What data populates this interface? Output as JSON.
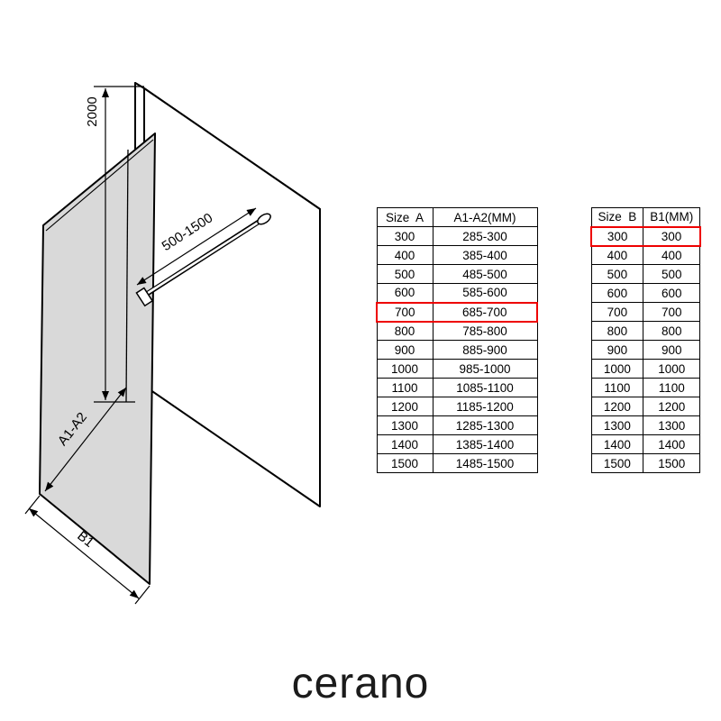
{
  "brand": "cerano",
  "diagram": {
    "labels": {
      "height": "2000",
      "bar_range": "500-1500",
      "width_range": "A1-A2",
      "depth": "B1"
    }
  },
  "table_a": {
    "headers": [
      "Size  A",
      "A1-A2(MM)"
    ],
    "rows": [
      [
        "300",
        "285-300"
      ],
      [
        "400",
        "385-400"
      ],
      [
        "500",
        "485-500"
      ],
      [
        "600",
        "585-600"
      ],
      [
        "700",
        "685-700"
      ],
      [
        "800",
        "785-800"
      ],
      [
        "900",
        "885-900"
      ],
      [
        "1000",
        "985-1000"
      ],
      [
        "1100",
        "1085-1100"
      ],
      [
        "1200",
        "1185-1200"
      ],
      [
        "1300",
        "1285-1300"
      ],
      [
        "1400",
        "1385-1400"
      ],
      [
        "1500",
        "1485-1500"
      ]
    ],
    "highlighted_row_index": 4
  },
  "table_b": {
    "headers": [
      "Size  B",
      "B1(MM)"
    ],
    "rows": [
      [
        "300",
        "300"
      ],
      [
        "400",
        "400"
      ],
      [
        "500",
        "500"
      ],
      [
        "600",
        "600"
      ],
      [
        "700",
        "700"
      ],
      [
        "800",
        "800"
      ],
      [
        "900",
        "900"
      ],
      [
        "1000",
        "1000"
      ],
      [
        "1100",
        "1100"
      ],
      [
        "1200",
        "1200"
      ],
      [
        "1300",
        "1300"
      ],
      [
        "1400",
        "1400"
      ],
      [
        "1500",
        "1500"
      ]
    ],
    "highlighted_row_index": 0
  }
}
